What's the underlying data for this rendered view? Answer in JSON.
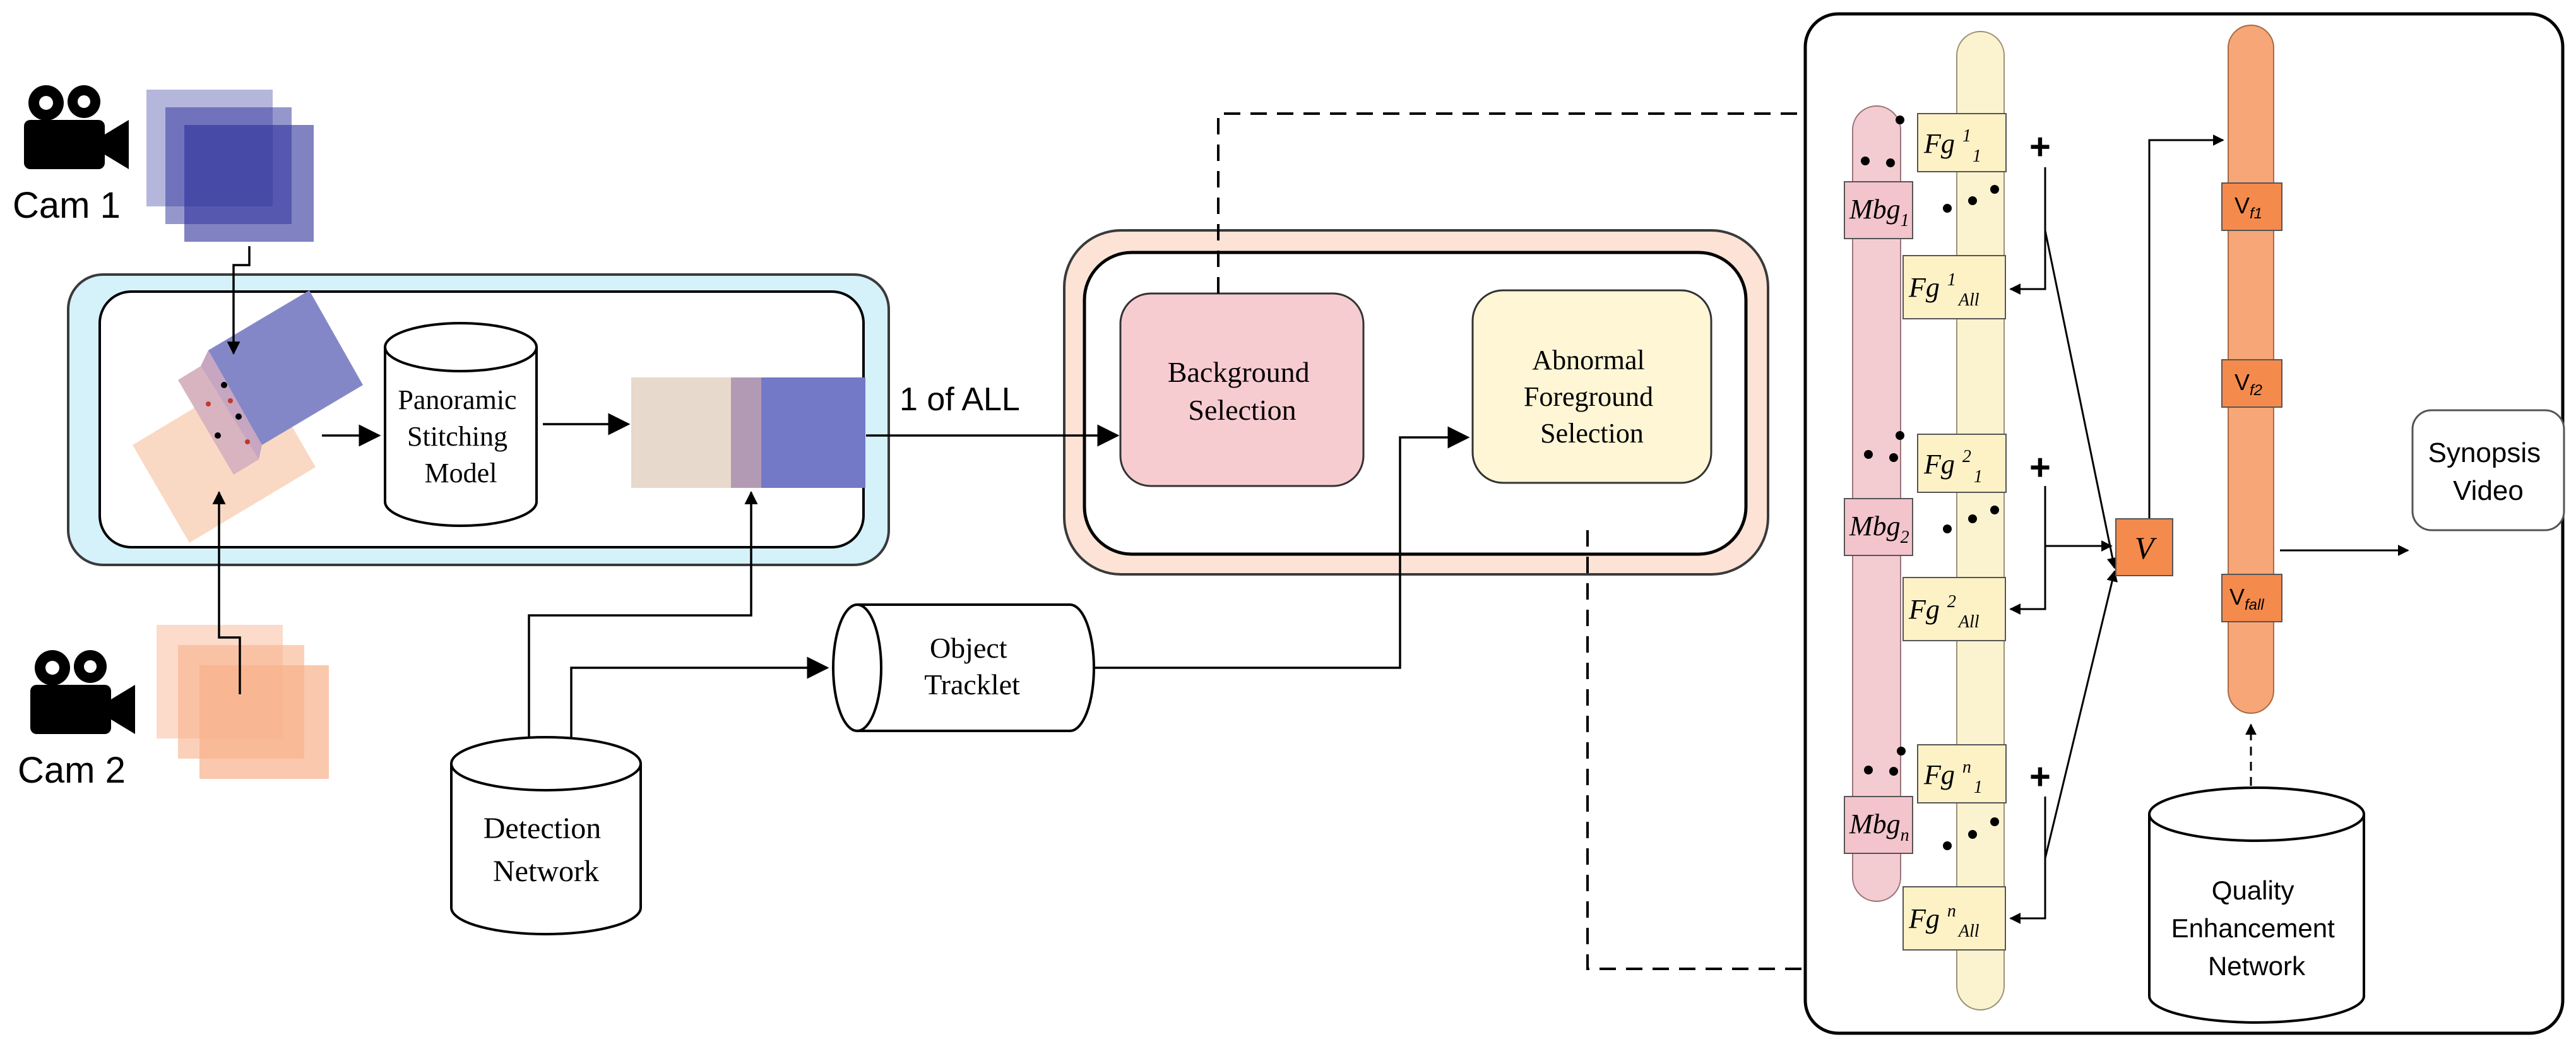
{
  "cameras": {
    "cam1": {
      "label": "Cam 1",
      "icon": "video-camera-icon"
    },
    "cam2": {
      "label": "Cam 2",
      "icon": "video-camera-icon"
    }
  },
  "stitching": {
    "model_label": [
      "Panoramic",
      "Stitching",
      "Model"
    ]
  },
  "selection": {
    "input_label": "1 of ALL",
    "background": [
      "Background",
      "Selection"
    ],
    "foreground": [
      "Abnormal",
      "Foreground",
      "Selection"
    ]
  },
  "detection": {
    "network": [
      "Detection",
      "Network"
    ],
    "tracklet": [
      "Object",
      "Tracklet"
    ]
  },
  "composition": {
    "mbg": [
      {
        "base": "Mbg",
        "sub": "1"
      },
      {
        "base": "Mbg",
        "sub": "2"
      },
      {
        "base": "Mbg",
        "sub": "n"
      }
    ],
    "fg_first": [
      {
        "base": "Fg",
        "sup": "1",
        "sub": "1"
      },
      {
        "base": "Fg",
        "sup": "2",
        "sub": "1"
      },
      {
        "base": "Fg",
        "sup": "n",
        "sub": "1"
      }
    ],
    "fg_all": [
      {
        "base": "Fg",
        "sup": "1",
        "sub": "All"
      },
      {
        "base": "Fg",
        "sup": "2",
        "sub": "All"
      },
      {
        "base": "Fg",
        "sup": "n",
        "sub": "All"
      }
    ],
    "plus": "+",
    "v": "V",
    "frames": [
      {
        "base": "V",
        "sub": "f1"
      },
      {
        "base": "V",
        "sub": "f2"
      },
      {
        "base": "V",
        "sub": "fall"
      }
    ]
  },
  "quality": [
    "Quality",
    "Enhancement",
    "Network"
  ],
  "output": [
    "Synopsis",
    "Video"
  ],
  "colors": {
    "stitch_panel": "#d5f1fa",
    "selection_panel": "#fde3d6",
    "background_box": "#f7ccd0",
    "foreground_box": "#fff6d6",
    "mbg_bar": "#f3ccd1",
    "fg_bar": "#fbf3cf",
    "frame_bar": "#f6a677",
    "frame_box": "#f58a4d",
    "cam1_frames": "#2b2f9a",
    "cam2_frames": "#f8b08a"
  }
}
